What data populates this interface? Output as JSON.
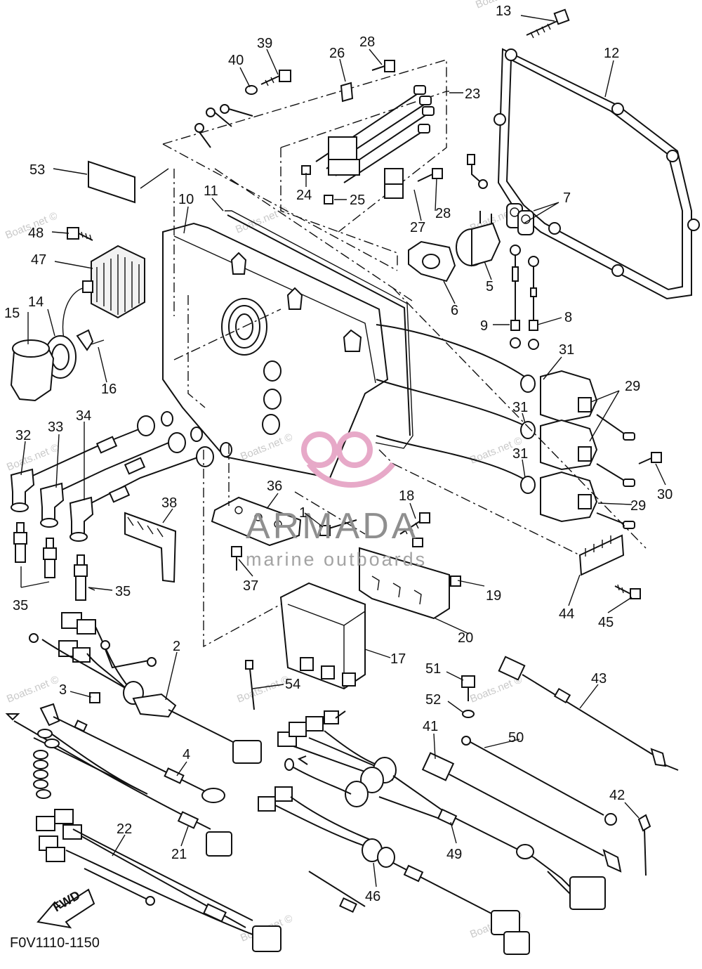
{
  "diagram": {
    "drawing_code": "F0V1110-1150",
    "direction_arrow_label": "FWD",
    "part_callouts": [
      "13",
      "12",
      "39",
      "40",
      "28",
      "26",
      "23",
      "24",
      "25",
      "27",
      "28",
      "53",
      "7",
      "10",
      "11",
      "48",
      "47",
      "5",
      "6",
      "8",
      "9",
      "15",
      "14",
      "16",
      "31",
      "29",
      "31",
      "32",
      "33",
      "34",
      "31",
      "30",
      "29",
      "36",
      "38",
      "18",
      "1",
      "19",
      "37",
      "44",
      "45",
      "35",
      "35",
      "20",
      "17",
      "2",
      "51",
      "43",
      "54",
      "3",
      "52",
      "41",
      "50",
      "4",
      "42",
      "21",
      "22",
      "49",
      "46"
    ],
    "watermarks": {
      "site": "Boats.net ©",
      "brand": "ARMADA",
      "brand_tagline": "marine outboards"
    }
  }
}
